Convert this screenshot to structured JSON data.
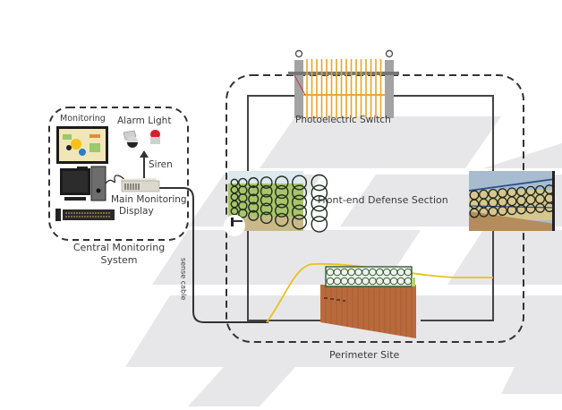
{
  "diagram": {
    "title": "Perimeter Intrusion Detection System Topology",
    "colors": {
      "dashed_border": "#333333",
      "wire": "#444444",
      "sensing_cable": "#e8c21a",
      "background_stripe": "#e6e6e8",
      "siren_red": "#d8202c",
      "fence_post": "#9a9a9a",
      "fence_bar": "#e6a52a",
      "brick_wall": "#b96a3c",
      "mesh_green": "#2f5a2f"
    },
    "groups": {
      "central_system": {
        "label_line1": "Central Monitoring",
        "label_line2": "System",
        "items": {
          "monitoring": "Monitoring",
          "alarm_light": "Alarm Light",
          "siren": "Siren",
          "main_display_line1": "Main Monitoring",
          "main_display_line2": "Display"
        },
        "icons": [
          "monitor-map-icon",
          "computer-tower-icon",
          "keyboard-icon",
          "ptz-camera-icon",
          "alarm-light-icon",
          "controller-box-icon"
        ]
      },
      "perimeter_site": {
        "label": "Perimeter Site",
        "photoelectric_switch": "Photoelectric Switch",
        "front_end": "Front-end Defense Section",
        "cable_label": "sense cable"
      }
    }
  }
}
